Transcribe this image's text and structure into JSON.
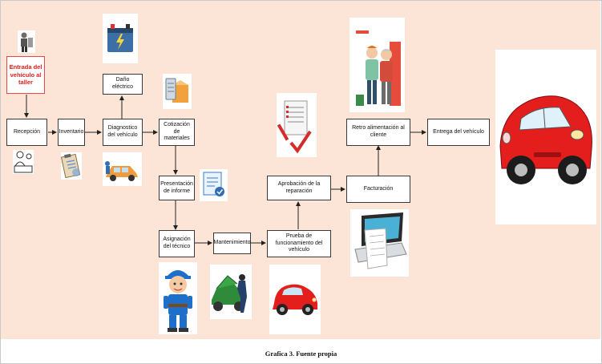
{
  "nodes": {
    "entry": "Entrada del vehículo al taller",
    "reception": "Recepción",
    "inventory": "Inventario",
    "diagnosis": "Diagnostico del vehículo",
    "electric": "Daño eléctrico",
    "quote": "Cotización de materiales",
    "report": "Presentación de informe",
    "tech": "Asignación del técnico",
    "maintenance": "Mantenimiento",
    "test": "Prueba de funcionamiento del vehículo",
    "approval": "Aprobación de la reparación",
    "billing": "Facturación",
    "feedback": "Retro alimentación al cliente",
    "delivery": "Entrega del vehículo"
  },
  "caption": "Grafica 3. Fuente propia",
  "icons": [
    "worker-icon",
    "receptionist-icon",
    "inventory-clipboard-icon",
    "car-battery-icon",
    "car-diagnosis-icon",
    "quote-box-icon",
    "report-icon",
    "mechanic-boy-icon",
    "mechanic-engine-icon",
    "red-car-small-icon",
    "checklist-icon",
    "invoice-laptop-icon",
    "customer-meeting-icon",
    "red-car-large-icon"
  ],
  "colors": {
    "background": "#fce5d6",
    "entry_text": "#e31b1b",
    "car_red": "#e41d1d"
  }
}
